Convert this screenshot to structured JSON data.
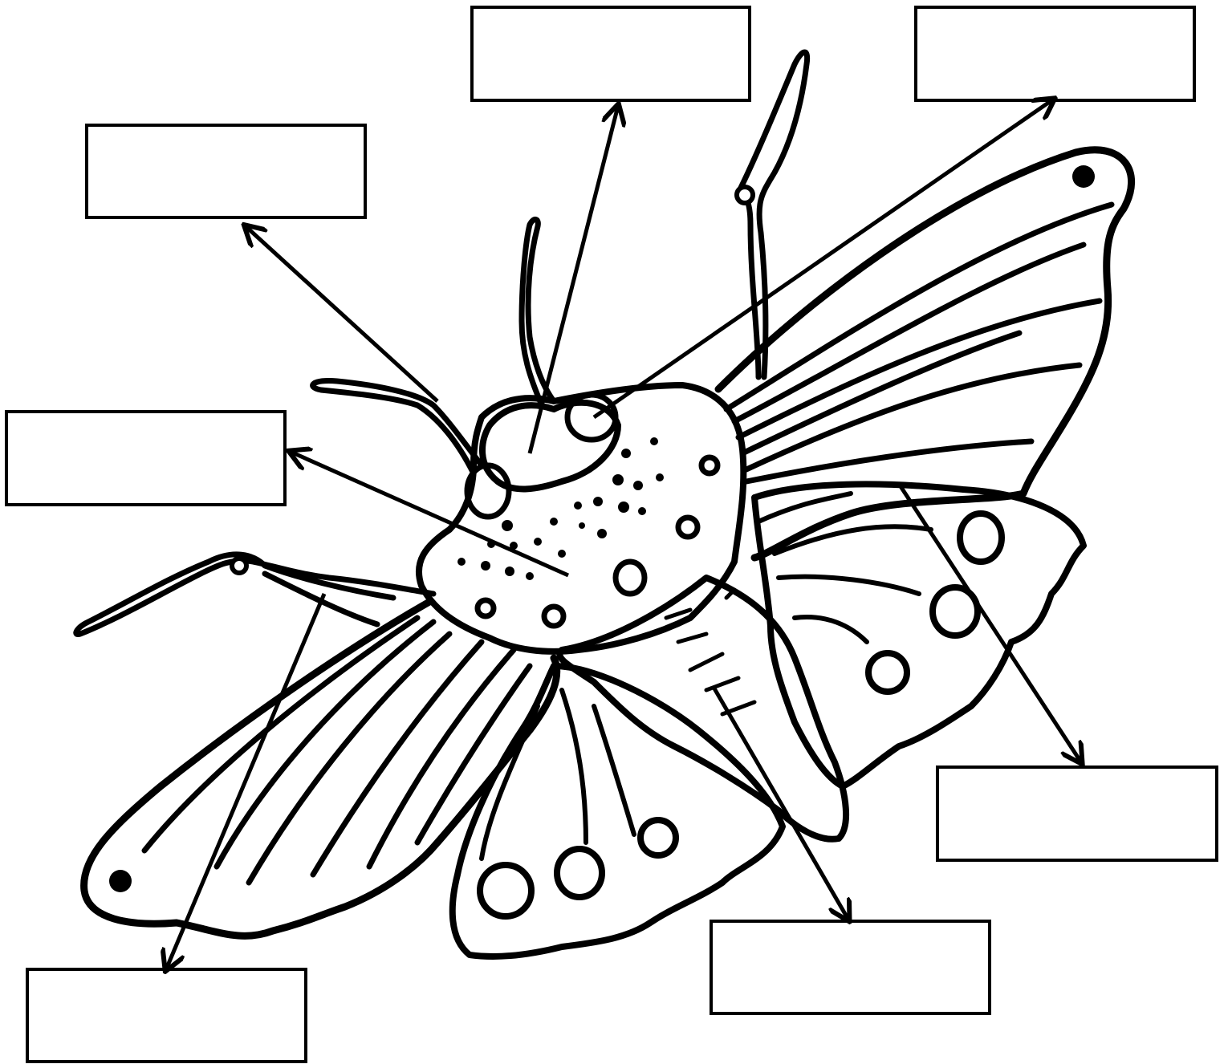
{
  "diagram": {
    "subject": "butterfly-line-drawing",
    "label_boxes": [
      {
        "id": "label-box-1",
        "text": ""
      },
      {
        "id": "label-box-2",
        "text": ""
      },
      {
        "id": "label-box-3",
        "text": ""
      },
      {
        "id": "label-box-4",
        "text": ""
      },
      {
        "id": "label-box-5",
        "text": ""
      },
      {
        "id": "label-box-6",
        "text": ""
      },
      {
        "id": "label-box-7",
        "text": ""
      },
      {
        "id": "label-box-8",
        "text": ""
      }
    ]
  },
  "colors": {
    "ink": "#000000",
    "background": "#ffffff"
  }
}
